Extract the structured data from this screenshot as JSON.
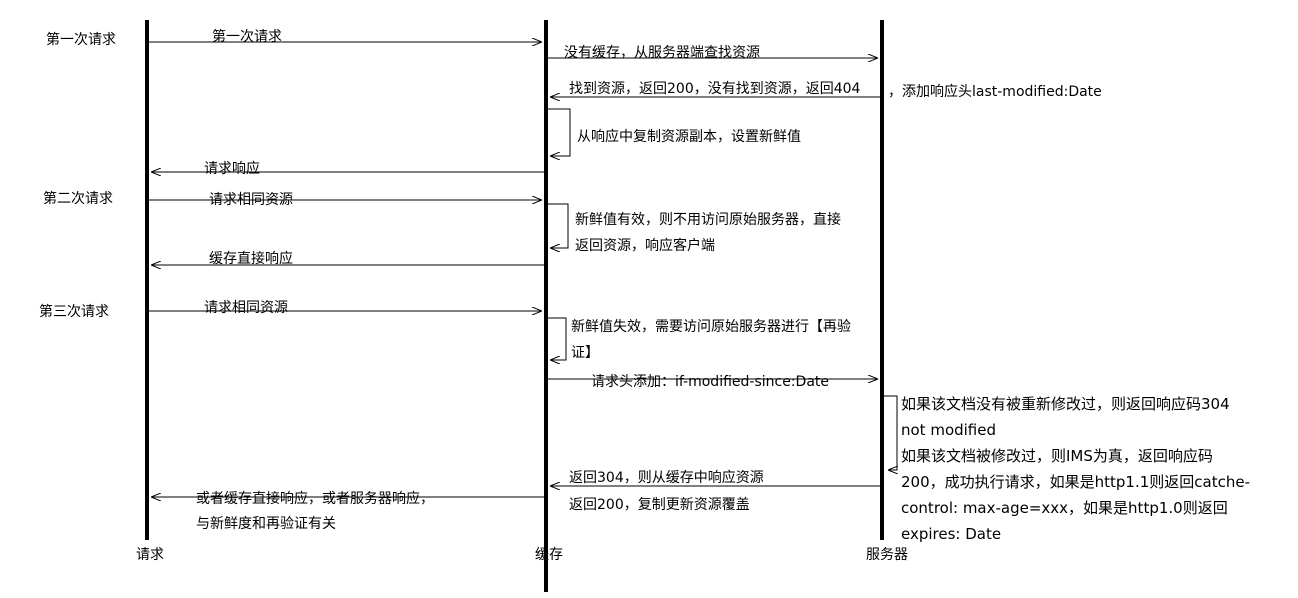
{
  "participants": {
    "client": "请求",
    "cache": "缓存",
    "server": "服务器"
  },
  "phases": {
    "first": "第一次请求",
    "second": "第二次请求",
    "third": "第三次请求"
  },
  "messages": {
    "m1_first_request": "第一次请求",
    "m2_no_cache": "没有缓存，从服务器端查找资源",
    "m3_found": "找到资源，返回200，没有找到资源，返回404",
    "m3_header": "，添加响应头last-modified:Date",
    "m4_copy": "从响应中复制资源副本，设置新鲜值",
    "m5_response": "请求响应",
    "m6_same_resource": "请求相同资源",
    "m7_fresh_1": "新鲜值有效，则不用访问原始服务器，直接",
    "m7_fresh_2": "返回资源，响应客户端",
    "m8_cache_direct": "缓存直接响应",
    "m9_same_resource": "请求相同资源",
    "m10_stale_1": "新鲜值失效，需要访问原始服务器进行【再验",
    "m10_stale_2": "证】",
    "m11_ims": "请求头添加：if-modified-since:Date",
    "m12_server_lines": [
      "如果该文档没有被重新修改过，则返回响应码304",
      "not modified",
      "如果该文档被修改过，则IMS为真，返回响应码",
      "200，成功执行请求，如果是http1.1则返回catche-",
      "control: max-age=xxx，如果是http1.0则返回",
      "expires: Date"
    ],
    "m13_return304": "返回304，则从缓存中响应资源",
    "m13_return200": "返回200，复制更新资源覆盖",
    "m14_final_1": "或者缓存直接响应，或者服务器响应，",
    "m14_final_2": "与新鲜度和再验证有关"
  },
  "colors": {
    "lifeline": "#000000",
    "arrow": "#000000",
    "background": "#ffffff"
  }
}
